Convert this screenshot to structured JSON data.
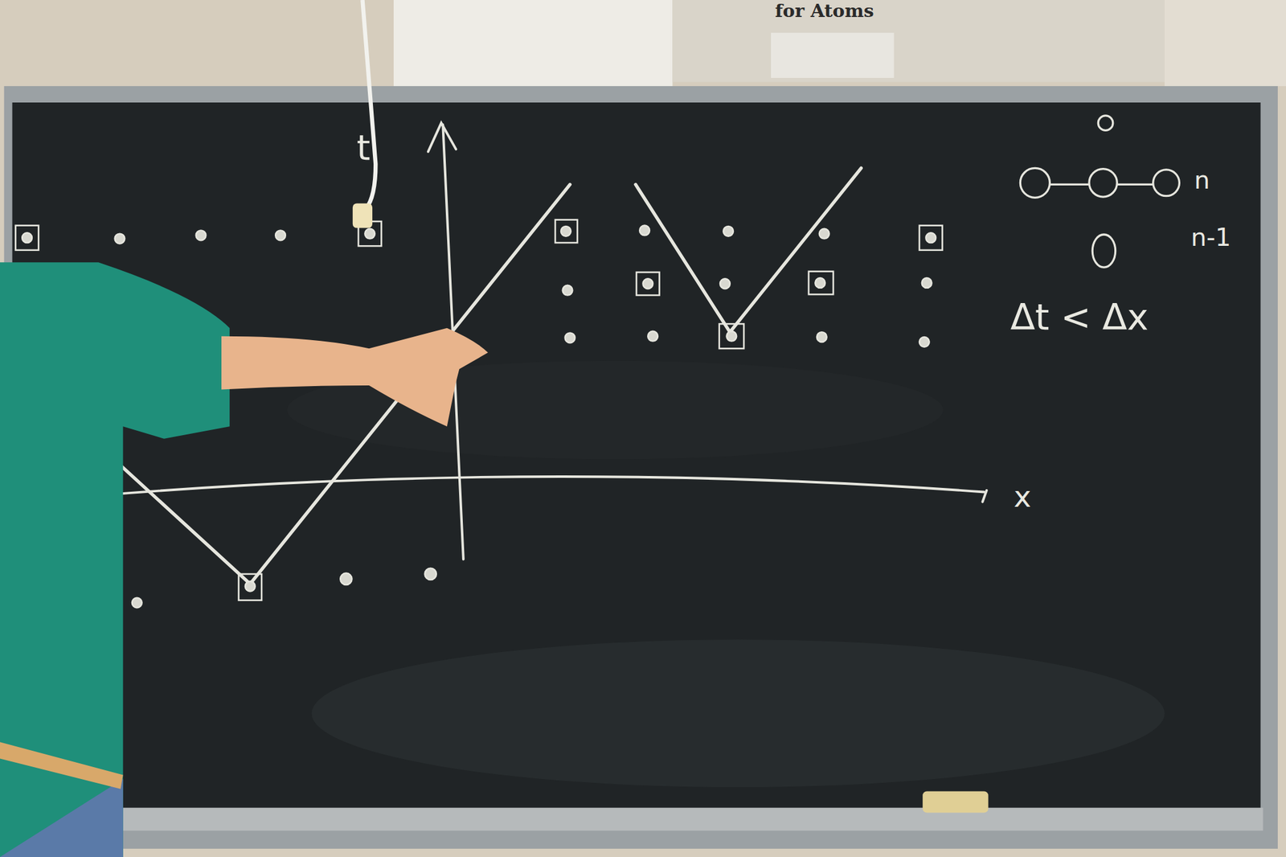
{
  "diagram": {
    "labels": [
      "for Atoms",
      "t",
      "x",
      "n",
      "n-1",
      "Δt < Δx"
    ]
  }
}
